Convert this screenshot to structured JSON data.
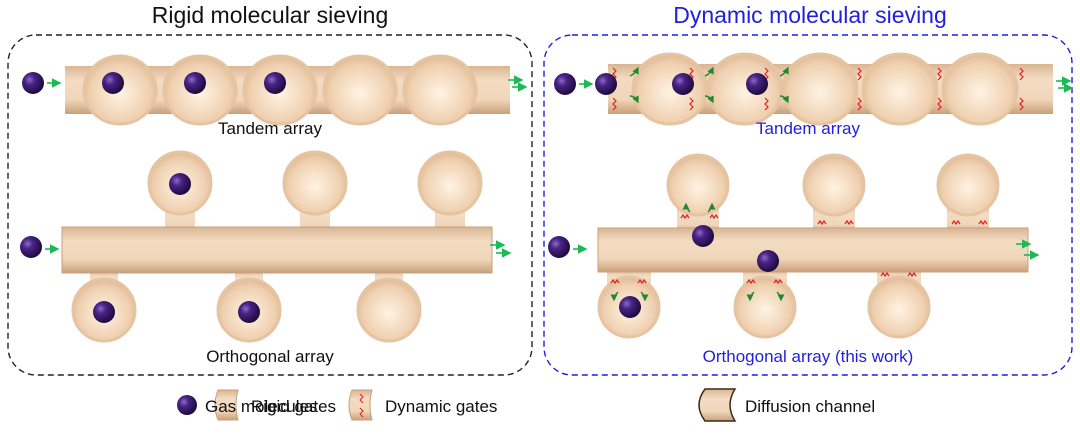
{
  "panels": {
    "rigid": {
      "title": "Rigid molecular sieving",
      "tandem_label": "Tandem array",
      "orthogonal_label": "Orthogonal array",
      "border_color": "#222222"
    },
    "dynamic": {
      "title": "Dynamic molecular sieving",
      "tandem_label": "Tandem array",
      "orthogonal_label": "Orthogonal array (this work)",
      "border_color": "#1f1fe0"
    }
  },
  "legend": {
    "items": [
      {
        "icon": "gas-molecule",
        "label": "Gas molecules"
      },
      {
        "icon": "rigid-gate",
        "label": "Rigid gates"
      },
      {
        "icon": "dynamic-gate",
        "label": "Dynamic gates"
      },
      {
        "icon": "diffusion-channel",
        "label": "Diffusion channel"
      }
    ]
  },
  "colors": {
    "channel": "#efd2b4",
    "channel_edge": "#d9b592",
    "molecule": "#3a1a6e",
    "flow_arrow": "#1db954",
    "dynamic_gate_spring": "#e02020",
    "gate_swing_arrow": "#1e8a2e"
  }
}
